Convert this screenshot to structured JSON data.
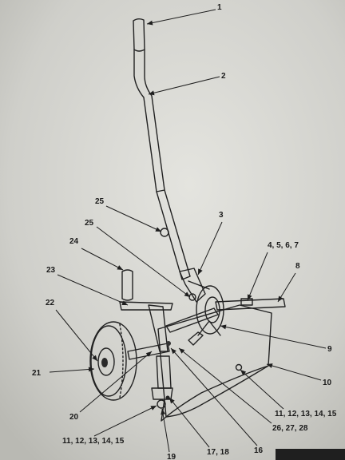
{
  "figure": {
    "callouts": [
      {
        "id": "c1",
        "label": "1"
      },
      {
        "id": "c2",
        "label": "2"
      },
      {
        "id": "c3",
        "label": "3"
      },
      {
        "id": "c4567",
        "label": "4, 5, 6, 7"
      },
      {
        "id": "c8",
        "label": "8"
      },
      {
        "id": "c9",
        "label": "9"
      },
      {
        "id": "c10",
        "label": "10"
      },
      {
        "id": "c11r",
        "label": "11, 12, 13, 14, 15"
      },
      {
        "id": "c11l",
        "label": "11, 12, 13, 14, 15"
      },
      {
        "id": "c16",
        "label": "16"
      },
      {
        "id": "c1718",
        "label": "17, 18"
      },
      {
        "id": "c19",
        "label": "19"
      },
      {
        "id": "c20",
        "label": "20"
      },
      {
        "id": "c21",
        "label": "21"
      },
      {
        "id": "c22",
        "label": "22"
      },
      {
        "id": "c23",
        "label": "23"
      },
      {
        "id": "c24",
        "label": "24"
      },
      {
        "id": "c25a",
        "label": "25"
      },
      {
        "id": "c25b",
        "label": "25"
      },
      {
        "id": "c262728",
        "label": "26, 27, 28"
      }
    ]
  },
  "colors": {
    "paper": "#d3d3ce",
    "ink": "#222222"
  }
}
